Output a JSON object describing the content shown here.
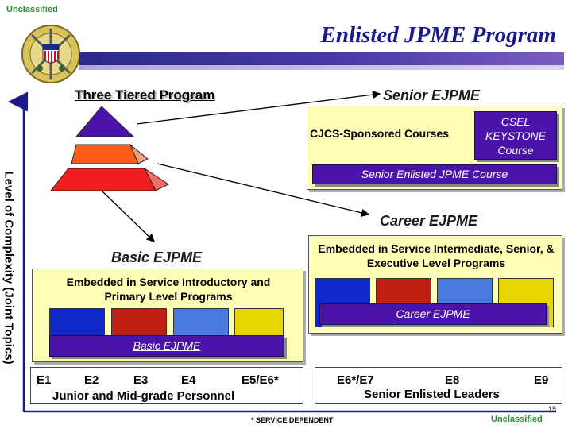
{
  "header": {
    "classification_top": "Unclassified",
    "title": "Enlisted JPME Program"
  },
  "pyramid": {
    "label": "Three Tiered Program",
    "colors": {
      "top": "#4b14a8",
      "middle": "#ff5c1a",
      "bottom": "#f01e1e"
    }
  },
  "axis": {
    "label": "Level of Complexity (Joint Topics)"
  },
  "senior": {
    "heading": "Senior EJPME",
    "courses_label": "CJCS-Sponsored Courses",
    "csel_label": "CSEL KEYSTONE Course",
    "course_bar": "Senior Enlisted JPME Course"
  },
  "career": {
    "heading": "Career EJPME",
    "description": "Embedded in Service Intermediate, Senior, & Executive Level Programs",
    "bar_label": "Career EJPME"
  },
  "basic": {
    "heading": "Basic EJPME",
    "description": "Embedded in Service Introductory and Primary Level Programs",
    "bar_label": "Basic EJPME"
  },
  "service_colors": [
    "#1028c8",
    "#c02010",
    "#4a7ae0",
    "#e8d400"
  ],
  "junior": {
    "grades": [
      "E1",
      "E2",
      "E3",
      "E4",
      "E5/E6*"
    ],
    "label": "Junior and Mid-grade Personnel"
  },
  "senior_leaders": {
    "grades": [
      "E6*/E7",
      "E8",
      "E9"
    ],
    "label": "Senior Enlisted Leaders"
  },
  "footer": {
    "note": "* SERVICE DEPENDENT",
    "classification_bottom": "Unclassified",
    "page_number": "15"
  }
}
